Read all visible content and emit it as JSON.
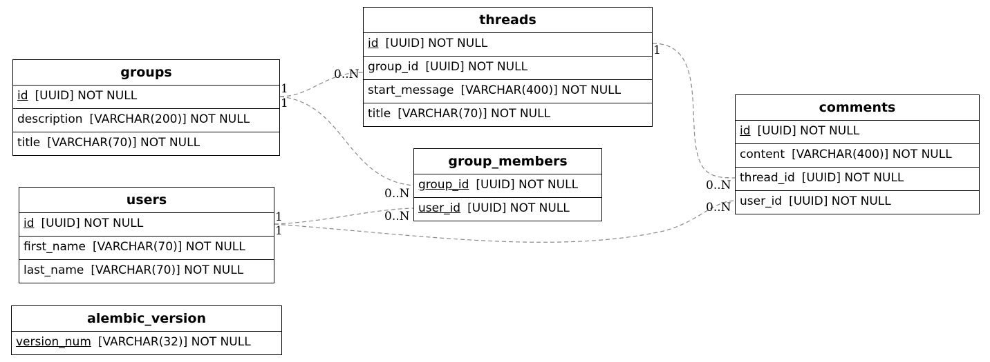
{
  "tables": {
    "groups": {
      "name": "groups",
      "columns": [
        {
          "name": "id",
          "type": "[UUID] NOT NULL"
        },
        {
          "name": "description",
          "type": "[VARCHAR(200)] NOT NULL"
        },
        {
          "name": "title",
          "type": "[VARCHAR(70)] NOT NULL"
        }
      ]
    },
    "users": {
      "name": "users",
      "columns": [
        {
          "name": "id",
          "type": "[UUID] NOT NULL"
        },
        {
          "name": "first_name",
          "type": "[VARCHAR(70)] NOT NULL"
        },
        {
          "name": "last_name",
          "type": "[VARCHAR(70)] NOT NULL"
        }
      ]
    },
    "alembic_version": {
      "name": "alembic_version",
      "columns": [
        {
          "name": "version_num",
          "type": "[VARCHAR(32)] NOT NULL"
        }
      ]
    },
    "threads": {
      "name": "threads",
      "columns": [
        {
          "name": "id",
          "type": "[UUID] NOT NULL"
        },
        {
          "name": "group_id",
          "type": "[UUID] NOT NULL"
        },
        {
          "name": "start_message",
          "type": "[VARCHAR(400)] NOT NULL"
        },
        {
          "name": "title",
          "type": "[VARCHAR(70)] NOT NULL"
        }
      ]
    },
    "group_members": {
      "name": "group_members",
      "columns": [
        {
          "name": "group_id",
          "type": "[UUID] NOT NULL"
        },
        {
          "name": "user_id",
          "type": "[UUID] NOT NULL"
        }
      ]
    },
    "comments": {
      "name": "comments",
      "columns": [
        {
          "name": "id",
          "type": "[UUID] NOT NULL"
        },
        {
          "name": "content",
          "type": "[VARCHAR(400)] NOT NULL"
        },
        {
          "name": "thread_id",
          "type": "[UUID] NOT NULL"
        },
        {
          "name": "user_id",
          "type": "[UUID] NOT NULL"
        }
      ]
    }
  },
  "relations": [
    {
      "from": "groups.id",
      "to": "threads.group_id",
      "from_card": "1",
      "to_card": "0..N"
    },
    {
      "from": "groups.id",
      "to": "group_members.group_id",
      "from_card": "1",
      "to_card": "0..N"
    },
    {
      "from": "users.id",
      "to": "group_members.user_id",
      "from_card": "1",
      "to_card": "0..N"
    },
    {
      "from": "users.id",
      "to": "comments.user_id",
      "from_card": "1",
      "to_card": "0..N"
    },
    {
      "from": "threads.id",
      "to": "comments.thread_id",
      "from_card": "1",
      "to_card": "0..N"
    }
  ],
  "colors": {
    "edge": "#888888",
    "border": "#000000",
    "text": "#000000"
  }
}
